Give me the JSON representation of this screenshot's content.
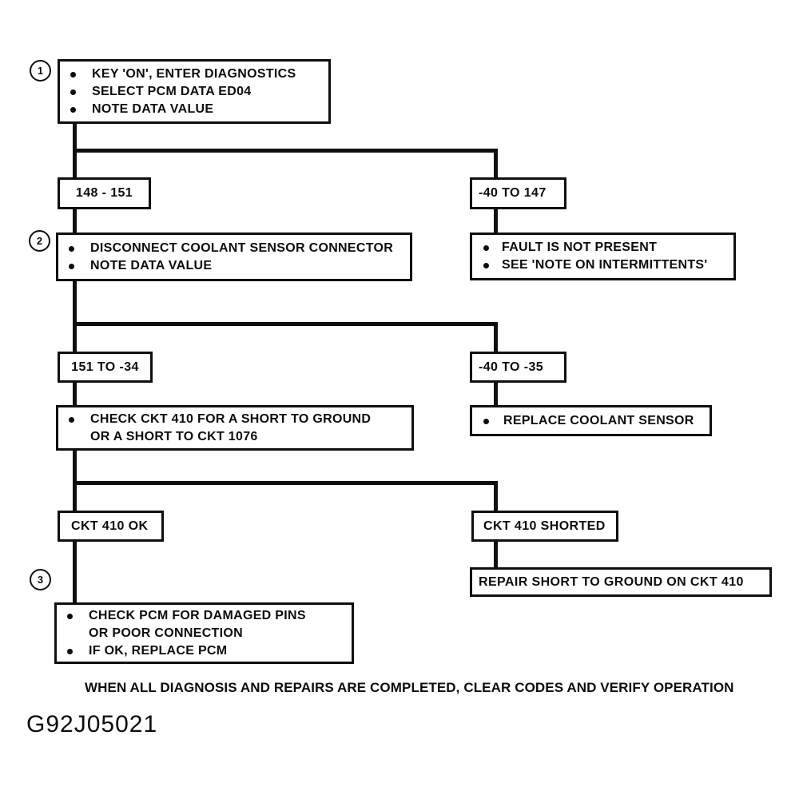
{
  "page": {
    "footer_note": "WHEN ALL DIAGNOSIS AND REPAIRS ARE COMPLETED, CLEAR CODES AND VERIFY OPERATION",
    "figure_id": "G92J05021"
  },
  "colors": {
    "ink": "#0f0f0f",
    "paper": "#fefefe"
  },
  "flowchart": {
    "step_markers": [
      {
        "label": "1"
      },
      {
        "label": "2"
      },
      {
        "label": "3"
      }
    ],
    "nodes": {
      "step1": {
        "bullets": [
          "KEY 'ON', ENTER DIAGNOSTICS",
          "SELECT PCM DATA ED04",
          "NOTE DATA VALUE"
        ]
      },
      "range_hot": {
        "label": "148 - 151"
      },
      "range_ok": {
        "label": "-40 TO 147"
      },
      "step2": {
        "bullets": [
          "DISCONNECT COOLANT SENSOR CONNECTOR",
          "NOTE DATA VALUE"
        ]
      },
      "fault_absent": {
        "bullets": [
          "FAULT IS NOT PRESENT",
          "SEE 'NOTE ON INTERMITTENTS'"
        ]
      },
      "range_short": {
        "label": "151 TO -34"
      },
      "range_sensor": {
        "label": "-40 TO -35"
      },
      "check_ckt": {
        "bullets": [
          "CHECK CKT 410 FOR A SHORT TO GROUND OR A SHORT TO CKT 1076"
        ]
      },
      "replace_sensor": {
        "bullets": [
          "REPLACE COOLANT SENSOR"
        ]
      },
      "ckt_ok": {
        "label": "CKT 410 OK"
      },
      "ckt_shorted": {
        "label": "CKT 410 SHORTED"
      },
      "repair_short": {
        "label": "REPAIR SHORT TO GROUND ON CKT 410"
      },
      "check_pcm": {
        "bullets": [
          "CHECK PCM FOR DAMAGED PINS OR POOR CONNECTION",
          "IF OK,  REPLACE PCM"
        ]
      }
    }
  }
}
